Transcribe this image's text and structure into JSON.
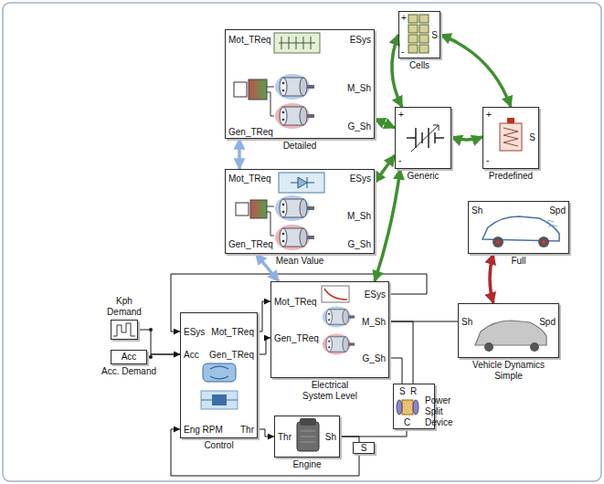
{
  "diagram": {
    "nodes": [
      {
        "text": [
          "+",
          "-",
          "S",
          "Cells"
        ]
      },
      {
        "text": [
          "Mot_TReq",
          "Gen_TReq",
          "ESys",
          "M_Sh",
          "G_Sh",
          "Detailed"
        ]
      },
      {
        "text": [
          "+",
          "-",
          "Generic"
        ]
      },
      {
        "text": [
          "+",
          "-",
          "S",
          "Predefined"
        ]
      },
      {
        "text": [
          "Mot_TReq",
          "Gen_TReq",
          "ESys",
          "M_Sh",
          "G_Sh",
          "Mean Value"
        ]
      },
      {
        "text": [
          "Sh",
          "Spd",
          "Full"
        ]
      },
      {
        "text": [
          "Kph Demand"
        ]
      },
      {
        "text": [
          "ESys",
          "Acc",
          "Eng RPM",
          "Mot_TReq",
          "Gen_TReq",
          "Thr",
          "Control"
        ]
      },
      {
        "text": [
          "Mot_TReq",
          "Gen_TReq",
          "ESys",
          "M_Sh",
          "G_Sh",
          "Electrical System Level"
        ]
      },
      {
        "text": [
          "Sh",
          "Spd",
          "Vehicle Dynamics Simple"
        ]
      },
      {
        "text": [
          "Acc",
          "Acc. Demand"
        ]
      },
      {
        "text": [
          "S",
          "R",
          "C",
          "Power Split Device"
        ]
      },
      {
        "text": [
          "Thr",
          "Sh",
          "Engine"
        ]
      },
      {
        "text": [
          "S"
        ]
      }
    ],
    "edges": [
      {
        "from": 6,
        "to": 7,
        "arrow": "to"
      },
      {
        "from": 10,
        "to": 7,
        "arrow": "to"
      },
      {
        "from": 7,
        "to": 8,
        "arrow": "to"
      },
      {
        "from": 7,
        "to": 8,
        "arrow": "to"
      },
      {
        "from": 8,
        "to": 7,
        "arrow": "to"
      },
      {
        "from": 7,
        "to": 12,
        "arrow": "to"
      },
      {
        "from": 12,
        "to": 11,
        "arrow": "none"
      },
      {
        "from": 12,
        "to": 13,
        "arrow": "none"
      },
      {
        "from": 13,
        "to": 7,
        "arrow": "to"
      },
      {
        "from": 8,
        "to": 9,
        "arrow": "none"
      },
      {
        "from": 8,
        "to": 11,
        "arrow": "none"
      },
      {
        "from": 8,
        "to": 11,
        "arrow": "none"
      },
      {
        "from": 1,
        "to": 4,
        "arrow": "both"
      },
      {
        "from": 4,
        "to": 8,
        "arrow": "both"
      },
      {
        "from": 0,
        "to": 2,
        "arrow": "both"
      },
      {
        "from": 2,
        "to": 3,
        "arrow": "both"
      },
      {
        "from": 0,
        "to": 3,
        "arrow": "both"
      },
      {
        "from": 2,
        "to": 1,
        "arrow": "both"
      },
      {
        "from": 2,
        "to": 4,
        "arrow": "both"
      },
      {
        "from": 2,
        "to": 8,
        "arrow": "both"
      },
      {
        "from": 5,
        "to": 9,
        "arrow": "both"
      }
    ]
  }
}
